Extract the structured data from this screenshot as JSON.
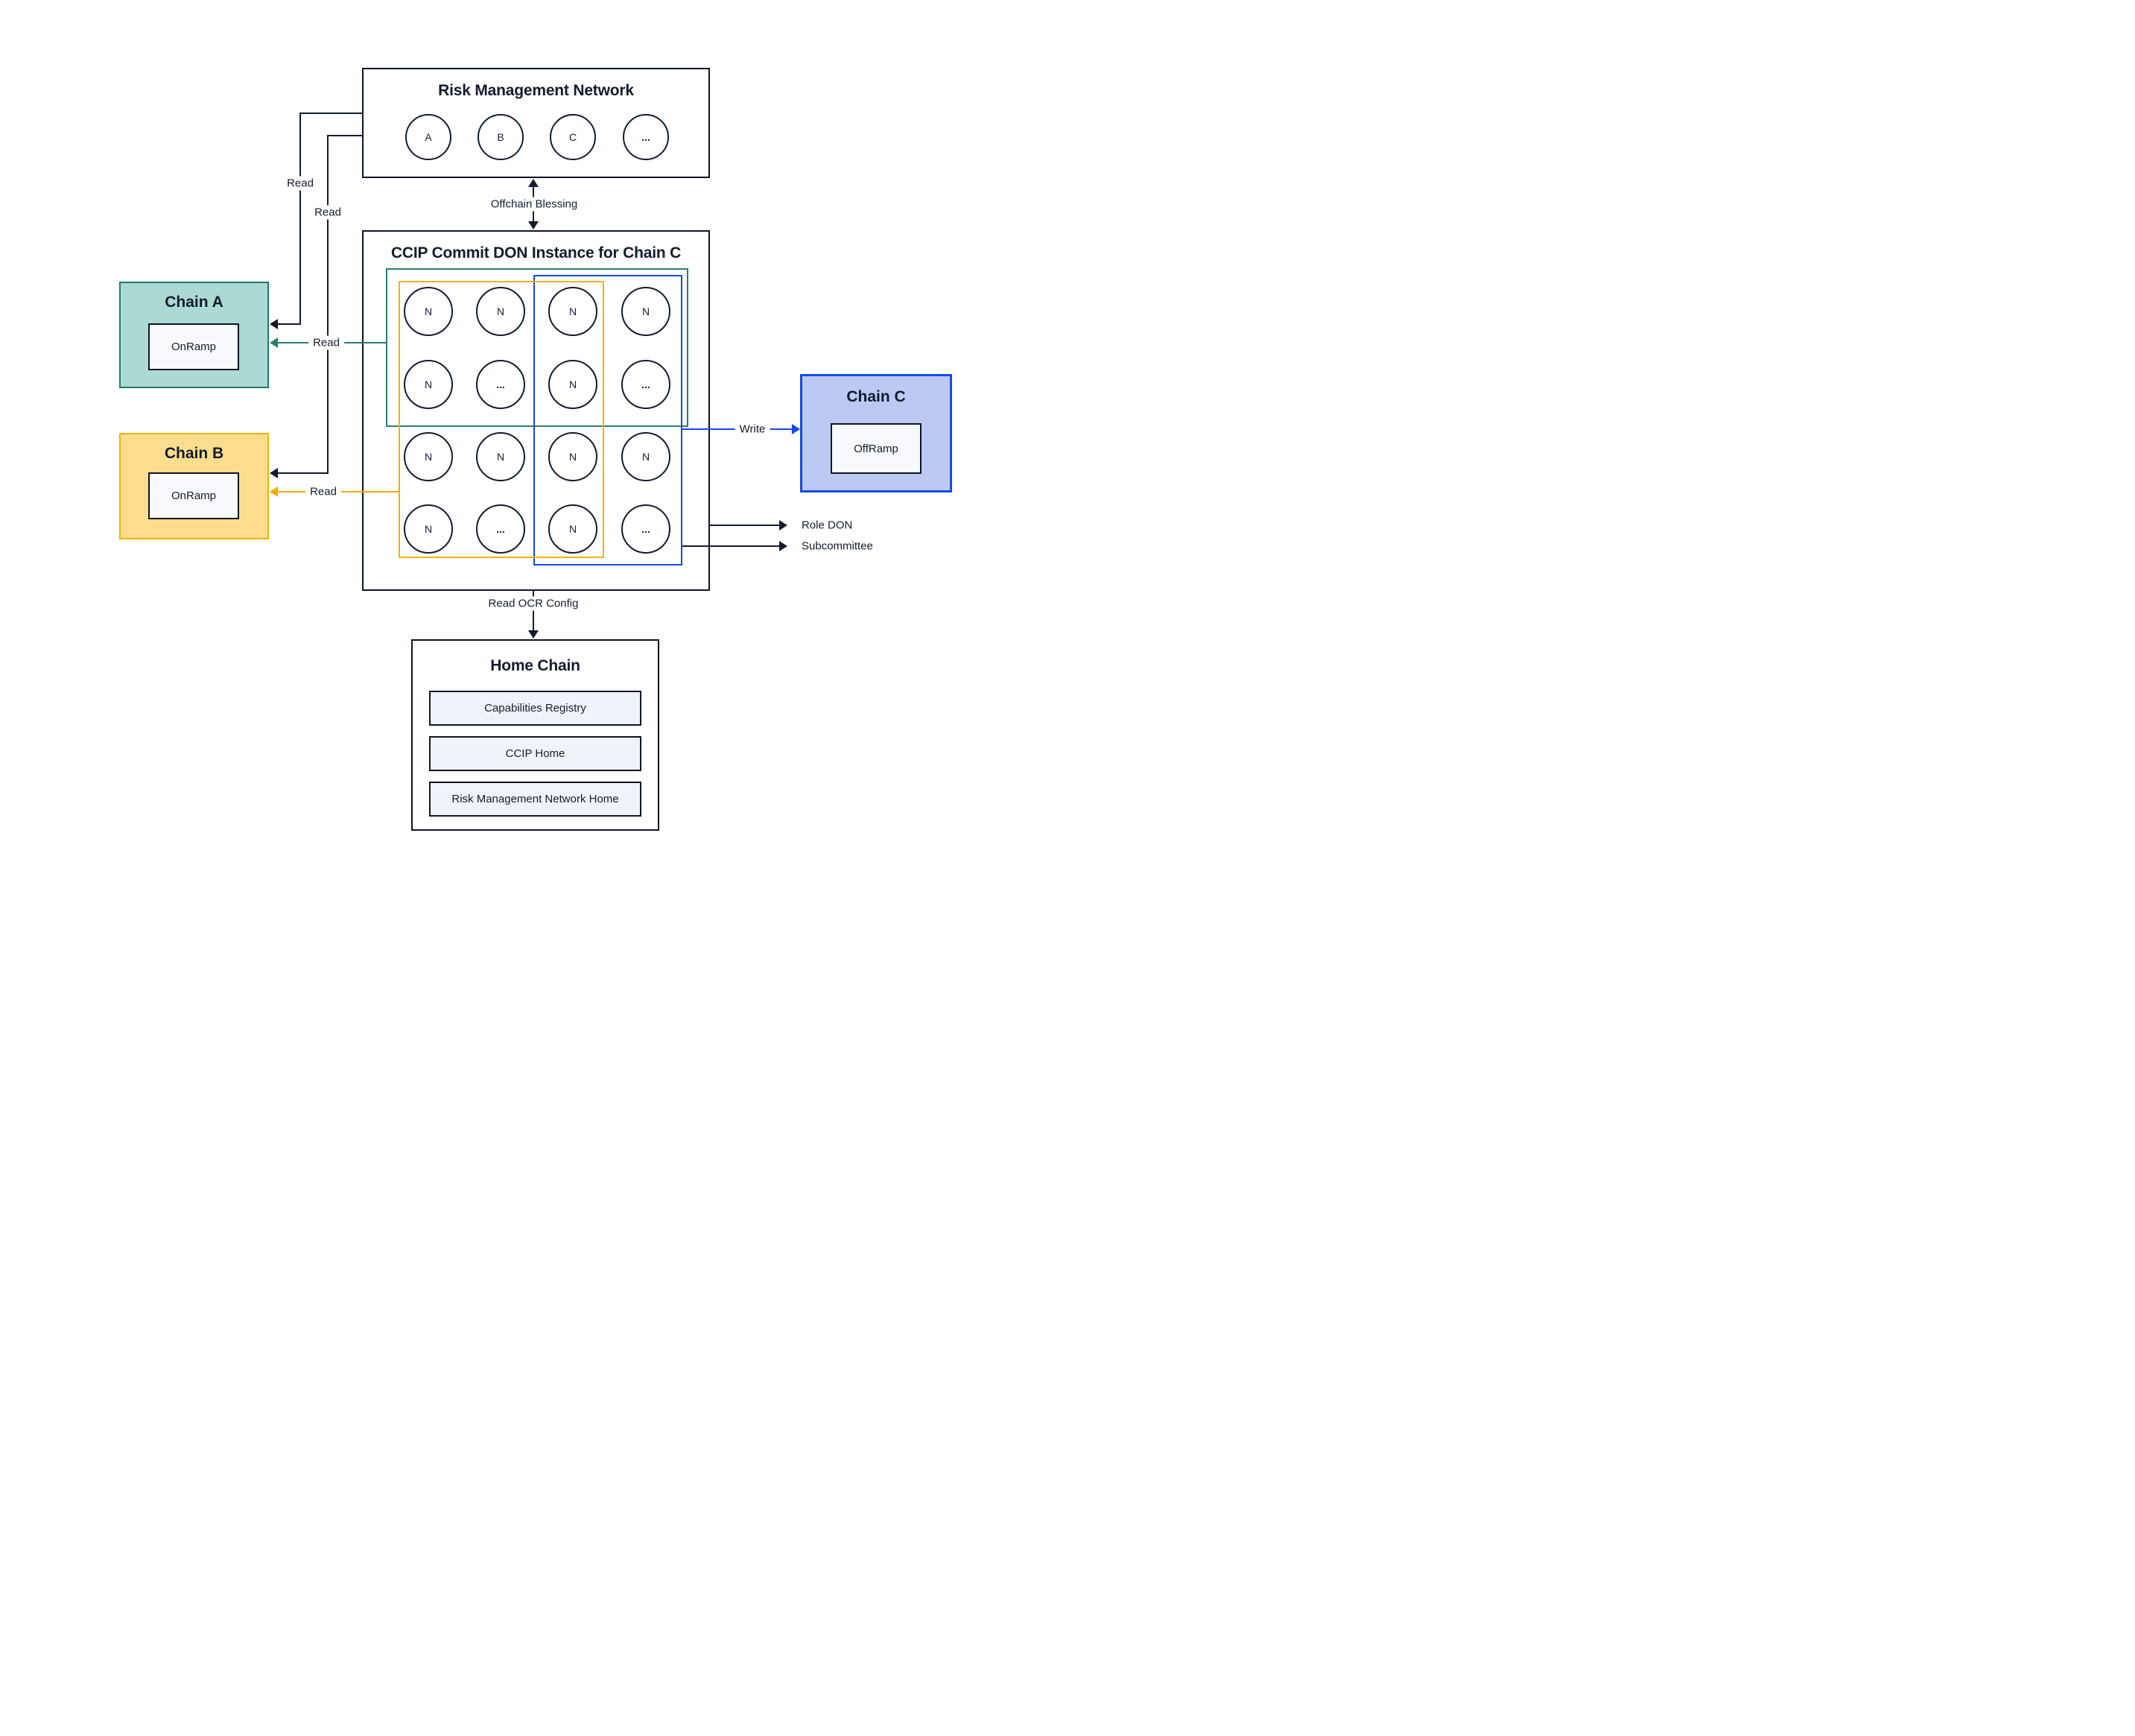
{
  "rmn": {
    "title": "Risk Management Network",
    "nodes": [
      "A",
      "B",
      "C",
      "..."
    ]
  },
  "ccip": {
    "title": "CCIP Commit DON Instance for Chain C",
    "nodes": [
      "N",
      "N",
      "N",
      "N",
      "N",
      "...",
      "N",
      "...",
      "N",
      "N",
      "N",
      "N",
      "N",
      "...",
      "N",
      "..."
    ]
  },
  "chain_a": {
    "title": "Chain A",
    "contract": "OnRamp"
  },
  "chain_b": {
    "title": "Chain B",
    "contract": "OnRamp"
  },
  "chain_c": {
    "title": "Chain C",
    "contract": "OffRamp"
  },
  "home_chain": {
    "title": "Home Chain",
    "items": [
      "Capabilities Registry",
      "CCIP Home",
      "Risk Management Network Home"
    ]
  },
  "edges": {
    "offchain_blessing": "Offchain Blessing",
    "read_rmn_to_chain_a": "Read",
    "read_rmn_to_chain_b": "Read",
    "read_don_to_chain_a": "Read",
    "read_don_to_chain_b": "Read",
    "write_to_chain_c": "Write",
    "role_don": "Role DON",
    "subcommittee": "Subcommittee",
    "read_ocr_config": "Read OCR Config"
  },
  "colors": {
    "ink": "#131c2e",
    "teal_line": "#2b7d6f",
    "teal_fill": "#abd9d3",
    "teal_border": "#1e7a6b",
    "yellow_line": "#f0ae02",
    "yellow_fill": "#fcdd8d",
    "yellow_border": "#f0b402",
    "blue_line": "#134be8",
    "blue_fill": "#bcc9f2",
    "contract_fill": "#f8f9fd",
    "home_item_fill": "#f1f3fa"
  }
}
